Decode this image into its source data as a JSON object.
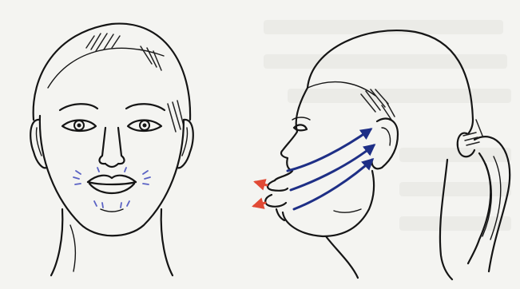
{
  "figure": {
    "background_color": "#f4f4f1",
    "line_color": "#151515",
    "lift_arrow_color": "#1e2f86",
    "lip_arrow_color": "#e14a35",
    "massage_mark_color": "#5a62c4"
  },
  "panels": [
    {
      "id": "front-view",
      "arrows": {
        "massage_marks_around_mouth": 12
      }
    },
    {
      "id": "side-view",
      "arrows": {
        "lift_arrows_toward_ear": 3,
        "arrows_forward_from_lips": 2
      }
    }
  ]
}
